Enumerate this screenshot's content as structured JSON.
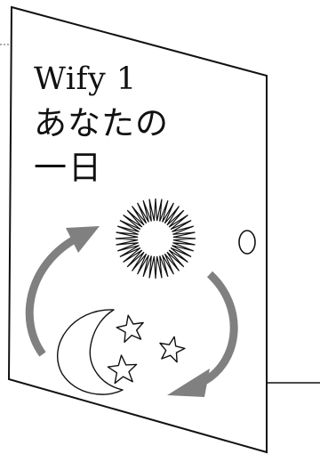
{
  "door": {
    "title_line": "Wify 1",
    "subtitle_line1": "あなたの",
    "subtitle_line2": "一日"
  },
  "icons": {
    "sun": "sun-icon",
    "moon": "crescent-moon-icon",
    "stars": "star-icon",
    "cycle_arrows": "circular-arrow-icon",
    "knob": "door-knob-icon"
  },
  "colors": {
    "line": "#111111",
    "arrow": "#808080",
    "background": "#ffffff"
  }
}
